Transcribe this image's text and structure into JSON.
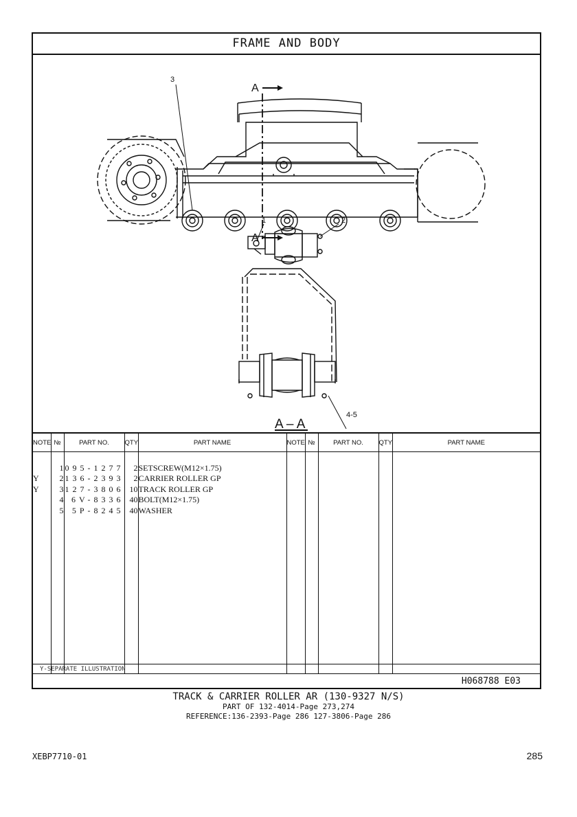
{
  "title": "FRAME AND BODY",
  "callouts": {
    "c1": "1",
    "c2": "2",
    "c3": "3",
    "c45": "4-5",
    "section_top": "A",
    "section_bottom": "A",
    "section_view": "A – A"
  },
  "table": {
    "headers": {
      "note": "NOTE",
      "no": "№",
      "part_no": "PART NO.",
      "qty": "QTY",
      "part_name": "PART NAME"
    },
    "rows": [
      {
        "note": "",
        "no": "1",
        "part_no": "095-1277",
        "qty": "2",
        "part_name": "SETSCREW(M12×1.75)"
      },
      {
        "note": "Y",
        "no": "2",
        "part_no": "136-2393",
        "qty": "2",
        "part_name": "CARRIER ROLLER GP"
      },
      {
        "note": "Y",
        "no": "3",
        "part_no": "127-3806",
        "qty": "10",
        "part_name": "TRACK ROLLER GP"
      },
      {
        "note": "",
        "no": "4",
        "part_no": "6V-8336",
        "qty": "40",
        "part_name": "BOLT(M12×1.75)"
      },
      {
        "note": "",
        "no": "5",
        "part_no": "5P-8245",
        "qty": "40",
        "part_name": "WASHER"
      }
    ]
  },
  "separate_note": "Y-SEPARATE ILLUSTRATION",
  "drawing_code": "H068788  E03",
  "caption": {
    "line1": "TRACK & CARRIER ROLLER AR (130-9327 N/S)",
    "line2": "PART OF 132-4014-Page 273,274",
    "line3": "REFERENCE:136-2393-Page 286 127-3806-Page 286"
  },
  "footer": {
    "doc_id": "XEBP7710-01",
    "page": "285"
  }
}
